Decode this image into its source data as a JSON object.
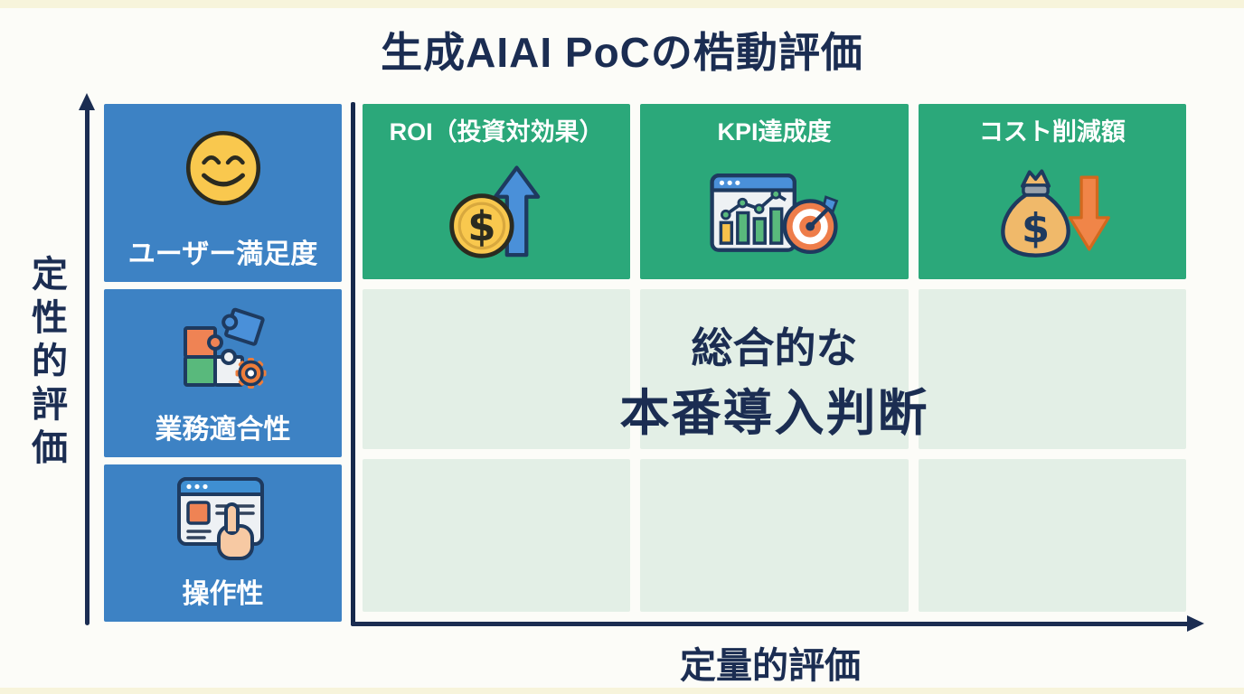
{
  "title": "生成AIAI PoCの梏動評価",
  "axes": {
    "y_label": "定性的評価",
    "x_label": "定量的評価"
  },
  "qualitative_items": [
    {
      "label": "ユーザー満足度",
      "icon": "smiley-face-icon"
    },
    {
      "label": "業務適合性",
      "icon": "puzzle-gear-icon"
    },
    {
      "label": "操作性",
      "icon": "browser-hand-icon"
    }
  ],
  "quantitative_items": [
    {
      "label": "ROI（投資対効果）",
      "icon": "coin-up-arrow-icon"
    },
    {
      "label": "KPI達成度",
      "icon": "chart-target-icon"
    },
    {
      "label": "コスト削減額",
      "icon": "moneybag-down-arrow-icon"
    }
  ],
  "center_message": {
    "line1": "総合的な",
    "line2": "本番導入判断"
  },
  "colors": {
    "navy": "#1b2d52",
    "blue_card": "#3d82c4",
    "green_header": "#2ba87a",
    "light_cell": "#e3efe6",
    "coin_yellow": "#f9c84e",
    "orange_accent": "#ef8354",
    "arrow_blue": "#4a90d9"
  }
}
